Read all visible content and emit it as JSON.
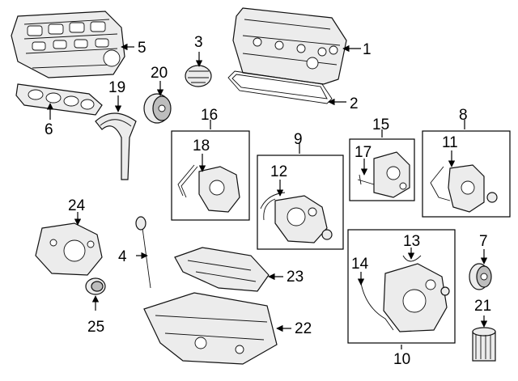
{
  "callouts": [
    {
      "id": "c1",
      "text": "1"
    },
    {
      "id": "c2",
      "text": "2"
    },
    {
      "id": "c3",
      "text": "3"
    },
    {
      "id": "c4",
      "text": "4"
    },
    {
      "id": "c5",
      "text": "5"
    },
    {
      "id": "c6",
      "text": "6"
    },
    {
      "id": "c7",
      "text": "7"
    },
    {
      "id": "c8",
      "text": "8"
    },
    {
      "id": "c9",
      "text": "9"
    },
    {
      "id": "c10",
      "text": "10"
    },
    {
      "id": "c11",
      "text": "11"
    },
    {
      "id": "c12",
      "text": "12"
    },
    {
      "id": "c13",
      "text": "13"
    },
    {
      "id": "c14",
      "text": "14"
    },
    {
      "id": "c15",
      "text": "15"
    },
    {
      "id": "c16",
      "text": "16"
    },
    {
      "id": "c17",
      "text": "17"
    },
    {
      "id": "c18",
      "text": "18"
    },
    {
      "id": "c19",
      "text": "19"
    },
    {
      "id": "c20",
      "text": "20"
    },
    {
      "id": "c21",
      "text": "21"
    },
    {
      "id": "c22",
      "text": "22"
    },
    {
      "id": "c23",
      "text": "23"
    },
    {
      "id": "c24",
      "text": "24"
    },
    {
      "id": "c25",
      "text": "25"
    }
  ]
}
